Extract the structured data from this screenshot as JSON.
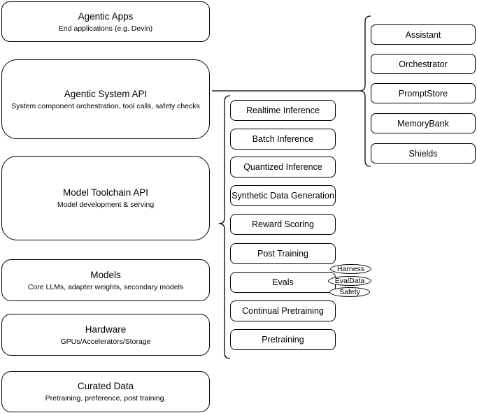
{
  "diagram": {
    "stack": [
      {
        "title": "Agentic Apps",
        "subtitle": "End applications (e.g. Devin)"
      },
      {
        "title": "Agentic System API",
        "subtitle": "System component orchestration, tool calls, safety checks"
      },
      {
        "title": "Model Toolchain API",
        "subtitle": "Model development & serving"
      },
      {
        "title": "Models",
        "subtitle": "Core LLMs, adapter weights, secondary models"
      },
      {
        "title": "Hardware",
        "subtitle": "GPUs/Accelerators/Storage"
      },
      {
        "title": "Curated Data",
        "subtitle": "Pretraining, preference, post training."
      }
    ],
    "toolchain": {
      "items": [
        "Realtime Inference",
        "Batch Inference",
        "Quantized Inference",
        "Synthetic Data Generation",
        "Reward Scoring",
        "Post Training",
        "Evals",
        "Continual Pretraining",
        "Pretraining"
      ]
    },
    "evals_tags": [
      "Harness",
      "EvalData",
      "Safety"
    ],
    "system_components": [
      "Assistant",
      "Orchestrator",
      "PromptStore",
      "MemoryBank",
      "Shields"
    ],
    "colors": {
      "stroke": "#000000",
      "fill": "#ffffff",
      "background": "#ffffff"
    }
  }
}
